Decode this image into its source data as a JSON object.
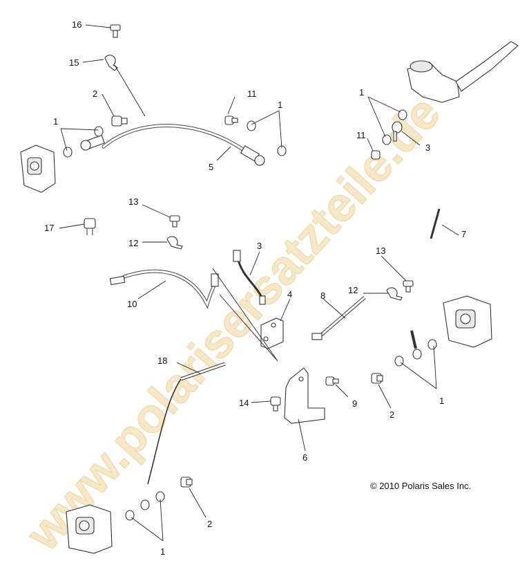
{
  "watermark": "www.polarisersatzteile.de",
  "copyright": "© 2010 Polaris Sales Inc.",
  "callouts": {
    "c16": "16",
    "c15": "15",
    "c2a": "2",
    "c11a": "11",
    "c1a": "1",
    "c1b": "1",
    "c5": "5",
    "c1c": "1",
    "c11b": "11",
    "c3a": "3",
    "c13a": "13",
    "c17": "17",
    "c12a": "12",
    "c7": "7",
    "c3b": "3",
    "c13b": "13",
    "c4": "4",
    "c8": "8",
    "c12b": "12",
    "c10": "10",
    "c18": "18",
    "c9": "9",
    "c14": "14",
    "c2b": "2",
    "c1d": "1",
    "c6": "6",
    "c2c": "2",
    "c1e": "1"
  }
}
